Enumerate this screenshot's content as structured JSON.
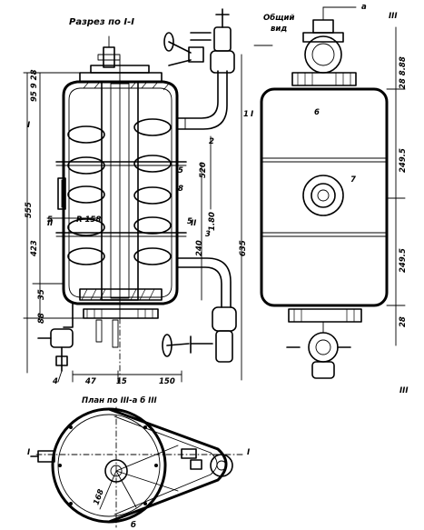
{
  "titles": {
    "section_view": "Разрез по I-I",
    "general_view_line1": "Общий",
    "general_view_line2": "вид",
    "plan_view": "План по III-а б III"
  },
  "dimensions": {
    "d_95_28": "95 9 28",
    "d_555": "555",
    "d_5_1": "5",
    "d_r158": "R 158",
    "d_423": "423",
    "d_35": "35",
    "d_88": "88",
    "d_520": "520",
    "d_180": "1.80",
    "d_240": "240",
    "d_635": "635",
    "d_47": "47",
    "d_15": "15",
    "d_150": "150",
    "d_28_88": "28 8.88",
    "d_2495_top": "249.5",
    "d_2495_bot": "249.5",
    "d_28": "28",
    "d_168": "168"
  },
  "callouts": {
    "c1": "1",
    "c2": "2",
    "c3": "3",
    "c4": "4",
    "c5a": "5",
    "c5b": "5",
    "c6": "6",
    "c7": "7",
    "c8": "8",
    "ca": "а",
    "cb": "б"
  },
  "section_marks": {
    "s_I_left": "I",
    "s_I_right": "I",
    "s_II_left": "II",
    "s_II_right": "II",
    "s_III_top": "III",
    "s_III_mid": "III",
    "s_I_plan_l": "I",
    "s_I_plan_r": "I"
  }
}
